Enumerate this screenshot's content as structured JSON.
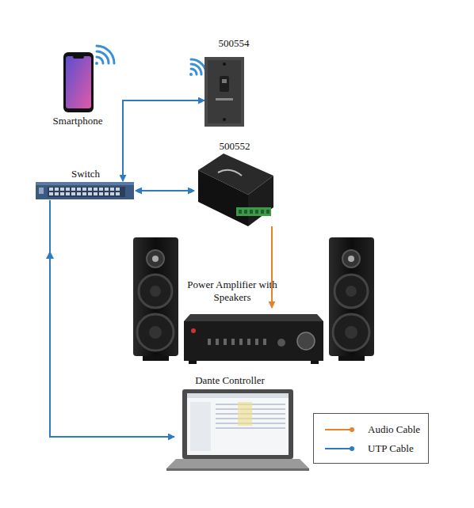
{
  "diagram": {
    "nodes": [
      {
        "text": [
          "Smartphone"
        ]
      },
      {
        "text": [
          "500554"
        ]
      },
      {
        "text": [
          "Switch"
        ]
      },
      {
        "text": [
          "500552"
        ]
      },
      {
        "text": [
          "Power Amplifier with Speakers"
        ]
      },
      {
        "text": [
          "Dante Controller"
        ]
      }
    ],
    "edges": [
      {
        "from": 1,
        "to": 2,
        "arrow": "both"
      },
      {
        "from": 2,
        "to": 3,
        "arrow": "both"
      },
      {
        "from": 3,
        "to": 4,
        "arrow": "to"
      },
      {
        "from": 2,
        "to": 5,
        "arrow": "both"
      }
    ],
    "legend": [
      {
        "text": "Audio Cable",
        "color": "#e8822a"
      },
      {
        "text": "UTP Cable",
        "color": "#2e7bbf"
      }
    ]
  }
}
